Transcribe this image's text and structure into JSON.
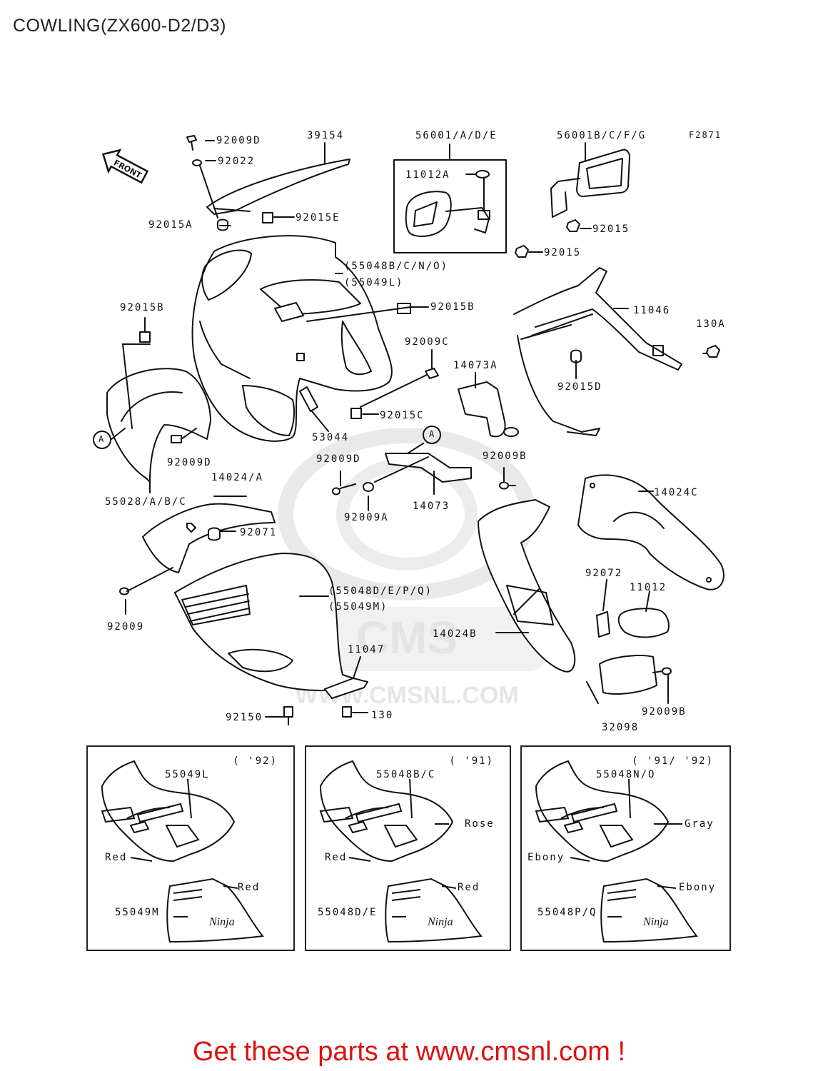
{
  "page_title": "COWLING(ZX600-D2/D3)",
  "figure_ref": "F2871",
  "front_arrow_label": "FRONT",
  "watermark_text": "WWW.CMSNL.COM",
  "callout_marker": "A",
  "labels": {
    "p92009D_top": "92009D",
    "p92022": "92022",
    "p39154": "39154",
    "p56001": "56001/A/D/E",
    "p56001B": "56001B/C/F/G",
    "p11012A": "11012A",
    "p92015A": "92015A",
    "p92015E": "92015E",
    "p92015_mirror": "92015",
    "p92015_mirror2": "92015",
    "p55048BCNO": "(55048B/C/N/O)",
    "p55049L": "(55049L)",
    "p92015B_left": "92015B",
    "p92015B_mid": "92015B",
    "p11046": "11046",
    "p130A": "130A",
    "p92009C": "92009C",
    "p14073A": "14073A",
    "p92015D": "92015D",
    "p92015C": "92015C",
    "p53044": "53044",
    "p92009D_mid": "92009D",
    "p92009D_left": "92009D",
    "p92009B_mid": "92009B",
    "p55028": "55028/A/B/C",
    "p14024A": "14024/A",
    "p14073": "14073",
    "p92009A": "92009A",
    "p14024C": "14024C",
    "p92071": "92071",
    "p55048DEPQ": "(55048D/E/P/Q)",
    "p55049M": "(55049M)",
    "p92072": "92072",
    "p11012": "11012",
    "p92009": "92009",
    "p14024B": "14024B",
    "p11047": "11047",
    "p92150": "92150",
    "p130": "130",
    "p92009B_bot": "92009B",
    "p32098": "32098"
  },
  "panels": [
    {
      "year": "( '92)",
      "upper_part": "55049L",
      "upper_color": "Red",
      "lower_color": "Red",
      "lower_part": "55049M"
    },
    {
      "year": "( '91)",
      "upper_part": "55048B/C",
      "upper_color_right": "Rose",
      "upper_color": "Red",
      "lower_color": "Red",
      "lower_part": "55048D/E"
    },
    {
      "year": "( '91/ '92)",
      "upper_part": "55048N/O",
      "upper_color_right": "Gray",
      "upper_color": "Ebony",
      "lower_color": "Ebony",
      "lower_part": "55048P/Q"
    }
  ],
  "footer": "Get these parts at www.cmsnl.com !"
}
